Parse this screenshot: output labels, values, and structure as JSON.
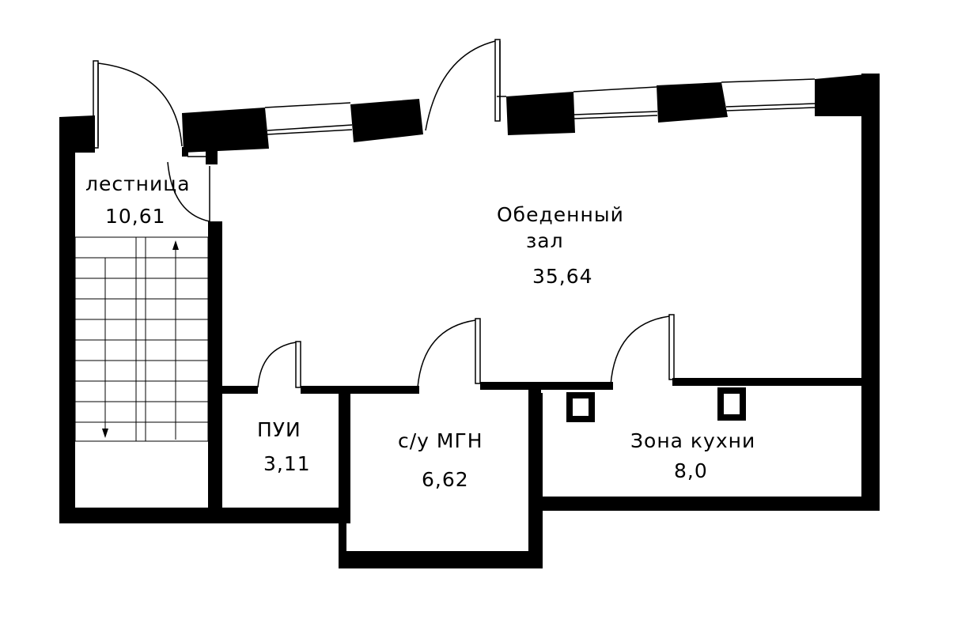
{
  "rooms": {
    "stair": {
      "name": "лестница",
      "area": "10,61"
    },
    "dining": {
      "name_line1": "Обеденный",
      "name_line2": "зал",
      "area": "35,64"
    },
    "pui": {
      "name": "ПУИ",
      "area": "3,11"
    },
    "wc": {
      "name": "с/у МГН",
      "area": "6,62"
    },
    "kitchen": {
      "name": "Зона кухни",
      "area": "8,0"
    }
  },
  "colors": {
    "wall": "#000000",
    "background": "#ffffff",
    "line": "#000000"
  }
}
